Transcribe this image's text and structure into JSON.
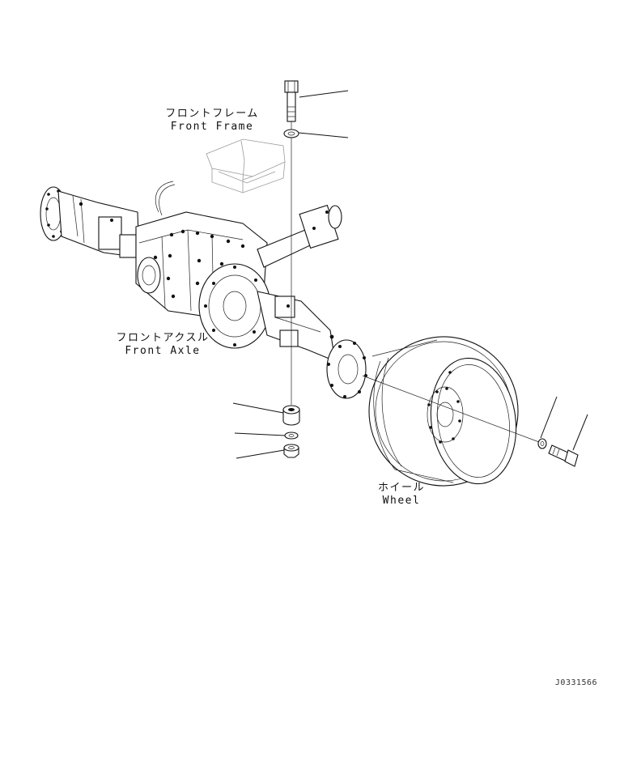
{
  "labels": {
    "front_frame_jp": "フロントフレーム",
    "front_frame_en": "Front Frame",
    "front_axle_jp": "フロントアクスル",
    "front_axle_en": "Front Axle",
    "wheel_jp": "ホイール",
    "wheel_en": "Wheel"
  },
  "drawing_ref": "J0331566",
  "colors": {
    "line": "#111111",
    "ghost": "#9a9a9a",
    "background": "#ffffff"
  }
}
